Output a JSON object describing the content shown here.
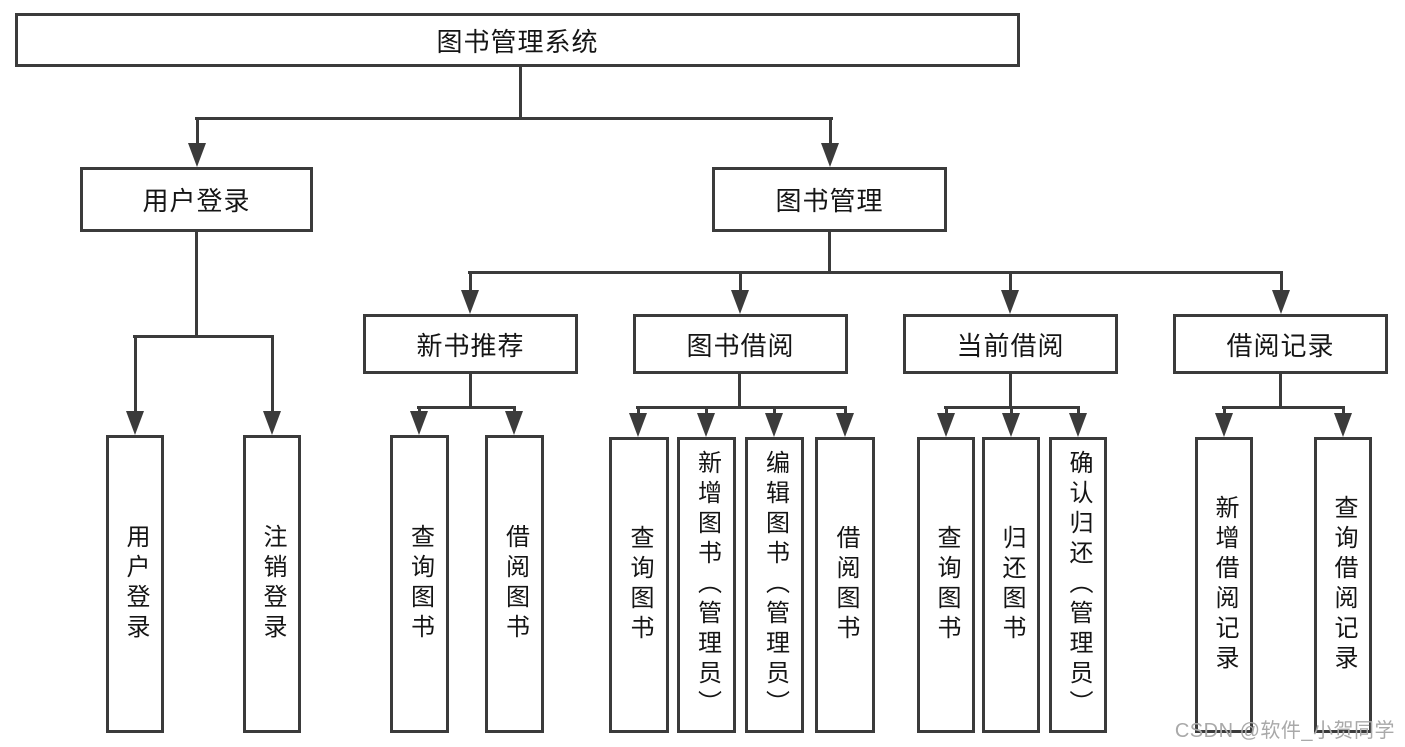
{
  "tree": {
    "root": {
      "label": "图书管理系统"
    },
    "branches": [
      {
        "label": "用户登录",
        "children": [
          {
            "label": "用户登录"
          },
          {
            "label": "注销登录"
          }
        ]
      },
      {
        "label": "图书管理",
        "children": [
          {
            "label": "新书推荐",
            "children": [
              {
                "label": "查询图书"
              },
              {
                "label": "借阅图书"
              }
            ]
          },
          {
            "label": "图书借阅",
            "children": [
              {
                "label": "查询图书"
              },
              {
                "label": "新增图书（管理员）"
              },
              {
                "label": "编辑图书（管理员）"
              },
              {
                "label": "借阅图书"
              }
            ]
          },
          {
            "label": "当前借阅",
            "children": [
              {
                "label": "查询图书"
              },
              {
                "label": "归还图书"
              },
              {
                "label": "确认归还（管理员）"
              }
            ]
          },
          {
            "label": "借阅记录",
            "children": [
              {
                "label": "新增借阅记录"
              },
              {
                "label": "查询借阅记录"
              }
            ]
          }
        ]
      }
    ]
  },
  "watermark": "CSDN @软件_小贺同学",
  "colors": {
    "line": "#3b3b3b",
    "text": "#151515",
    "watermark": "#a9a9a9",
    "background": "#ffffff"
  }
}
